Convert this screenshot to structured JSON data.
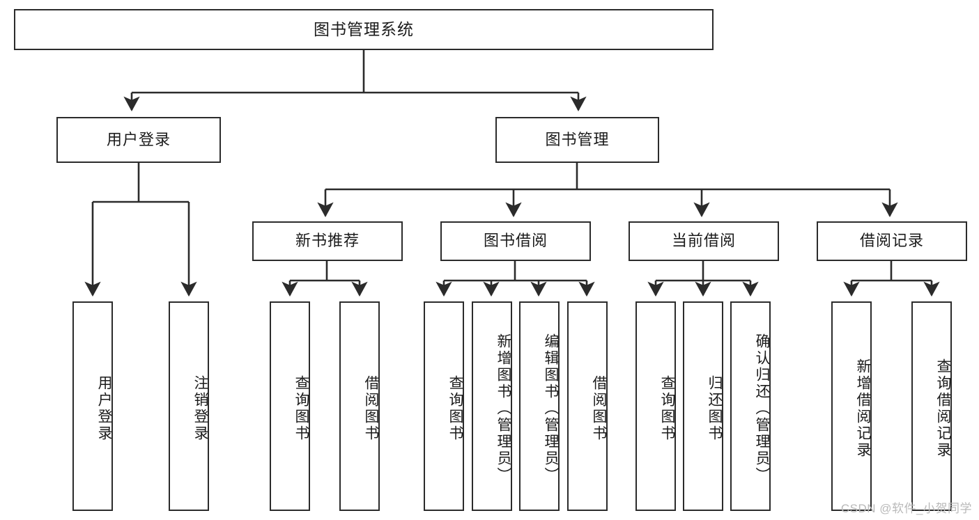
{
  "diagram": {
    "title": "图书管理系统",
    "type": "tree-hierarchy",
    "colors": {
      "stroke": "#2b2b2b",
      "fill": "#ffffff",
      "text": "#1b1b1b",
      "watermark": "#b9b9b9"
    },
    "nodes": {
      "root": {
        "label": "图书管理系统"
      },
      "level2": [
        {
          "label": "用户登录"
        },
        {
          "label": "图书管理"
        }
      ],
      "level3": [
        {
          "label": "新书推荐"
        },
        {
          "label": "图书借阅"
        },
        {
          "label": "当前借阅"
        },
        {
          "label": "借阅记录"
        }
      ],
      "leaves_user_login": [
        {
          "label": "用户登录"
        },
        {
          "label": "注销登录"
        }
      ],
      "leaves_new_book": [
        {
          "label": "查询图书"
        },
        {
          "label": "借阅图书"
        }
      ],
      "leaves_book_borrow": [
        {
          "label": "查询图书"
        },
        {
          "label": "新增图书（管理员）"
        },
        {
          "label": "编辑图书（管理员）"
        },
        {
          "label": "借阅图书"
        }
      ],
      "leaves_current_borrow": [
        {
          "label": "查询图书"
        },
        {
          "label": "归还图书"
        },
        {
          "label": "确认归还（管理员）"
        }
      ],
      "leaves_borrow_record": [
        {
          "label": "新增借阅记录"
        },
        {
          "label": "查询借阅记录"
        }
      ]
    },
    "watermark": "CSDN @软件_小贺同学"
  }
}
